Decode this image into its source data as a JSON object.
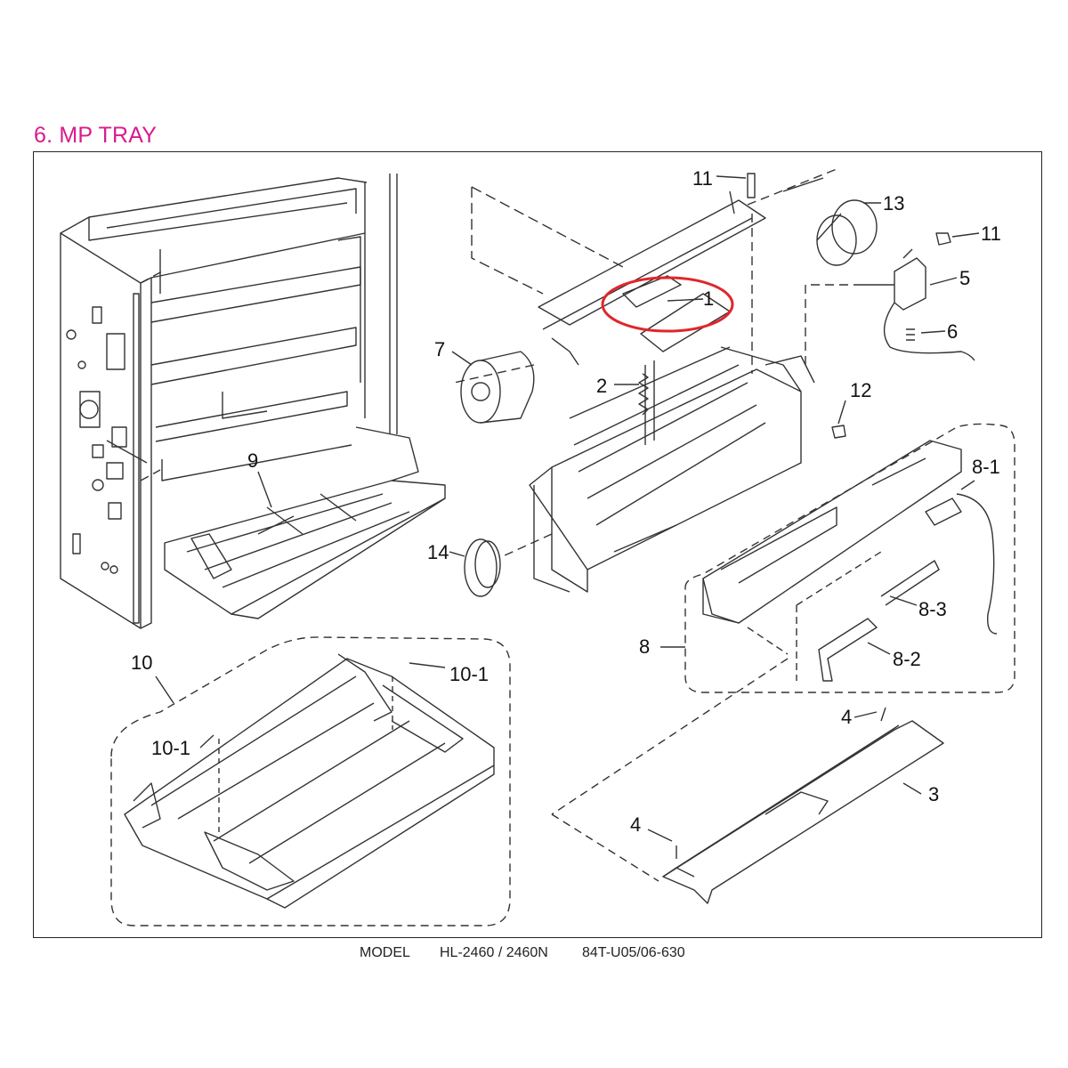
{
  "section_title": "6. MP TRAY",
  "footer": {
    "model_label": "MODEL",
    "model_value": "HL-2460 / 2460N",
    "code": "84T-U05/06-630"
  },
  "callouts": {
    "p1": "1",
    "p2": "2",
    "p3": "3",
    "p4a": "4",
    "p4b": "4",
    "p5": "5",
    "p6": "6",
    "p7": "7",
    "p8": "8",
    "p8_1": "8-1",
    "p8_2": "8-2",
    "p8_3": "8-3",
    "p9": "9",
    "p10": "10",
    "p10_1a": "10-1",
    "p10_1b": "10-1",
    "p11a": "11",
    "p11b": "11",
    "p12": "12",
    "p13": "13",
    "p14": "14"
  },
  "colors": {
    "title": "#d81b8c",
    "highlight_ring": "#e0262b",
    "line": "#333333"
  }
}
